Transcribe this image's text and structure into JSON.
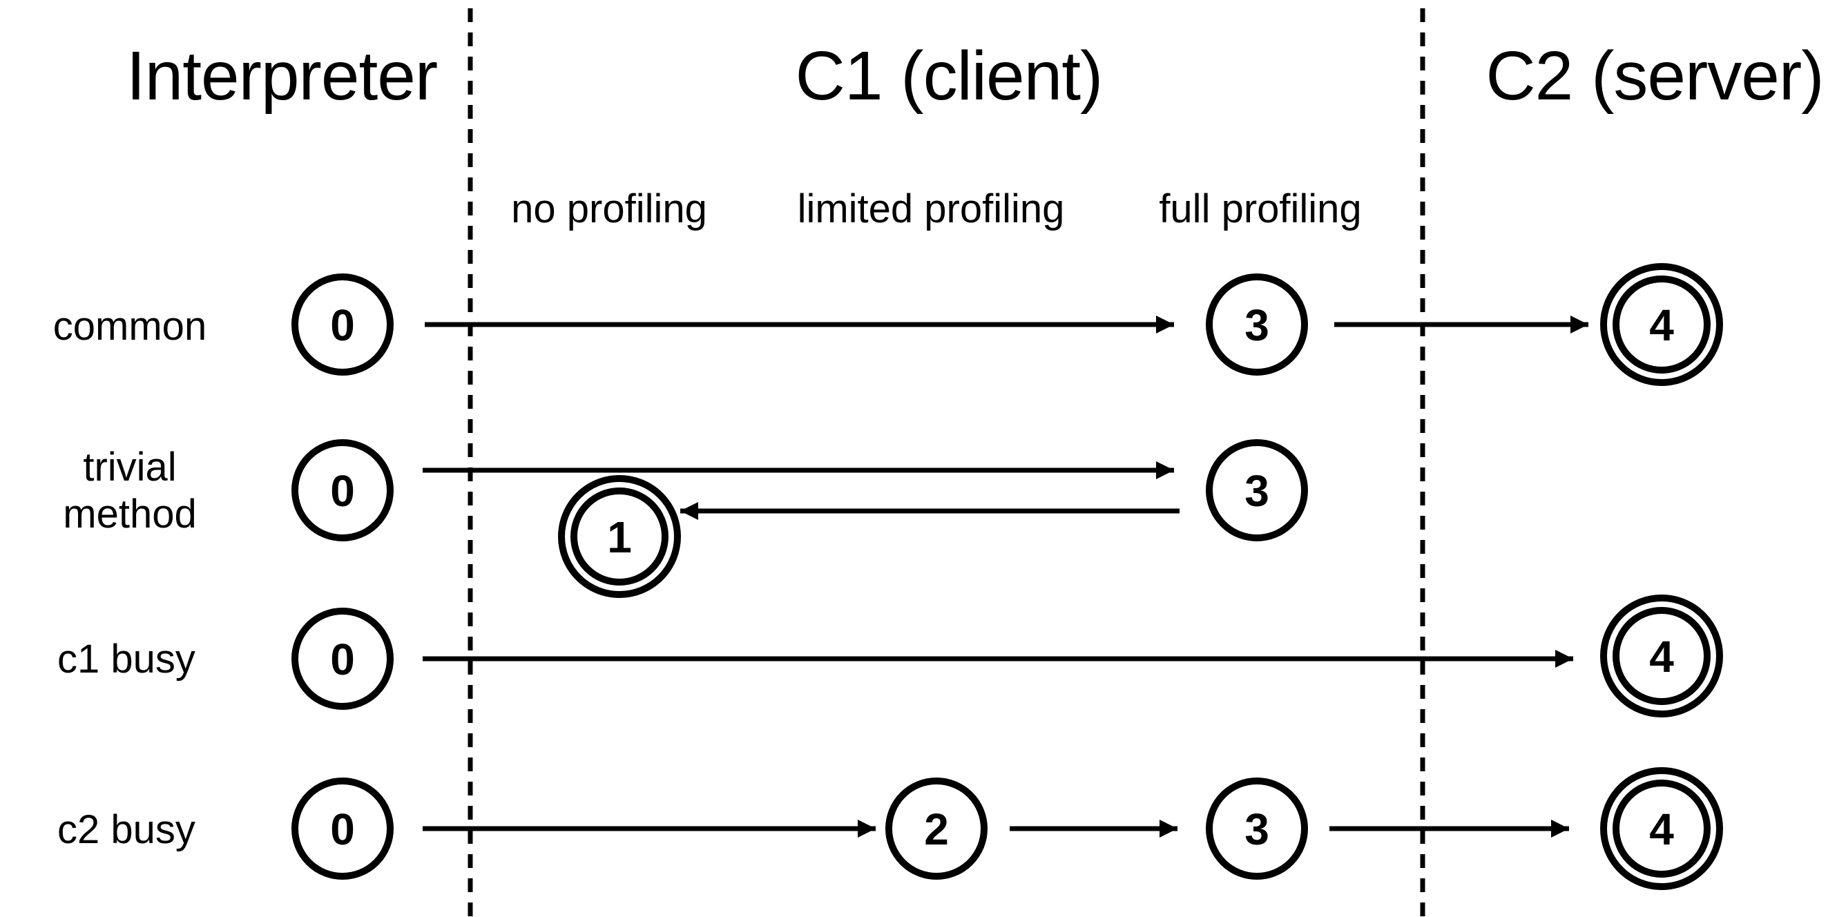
{
  "page": {
    "background_color": "#ffffff",
    "ink_color": "#000000"
  },
  "diagram": {
    "columns": [
      {
        "label": "Interpreter"
      },
      {
        "label": "C1 (client)"
      },
      {
        "label": "C2 (server)"
      }
    ],
    "c1_sublabels": [
      "no profiling",
      "limited profiling",
      "full profiling"
    ],
    "rows": [
      {
        "label": "common",
        "nodes": [
          "0",
          "3",
          "4"
        ]
      },
      {
        "label_line1": "trivial",
        "label_line2": "method",
        "nodes": [
          "0",
          "3",
          "1"
        ]
      },
      {
        "label": "c1 busy",
        "nodes": [
          "0",
          "4"
        ]
      },
      {
        "label": "c2 busy",
        "nodes": [
          "0",
          "2",
          "3",
          "4"
        ]
      }
    ]
  }
}
